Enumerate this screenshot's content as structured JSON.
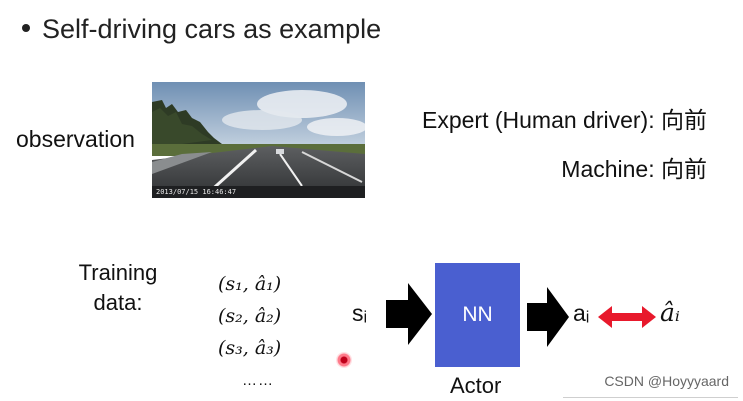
{
  "slide": {
    "bullet": "Self-driving cars as example",
    "observation_label": "observation",
    "photo_timestamp": "2013/07/15  16:46:47",
    "expert_text": "Expert (Human driver): 向前",
    "machine_text": "Machine: 向前",
    "training_label_line1": "Training",
    "training_label_line2": "data:",
    "pairs": [
      "(s₁, â₁)",
      "(s₂, â₂)",
      "(s₃, â₃)"
    ],
    "ellipsis": "……",
    "input_label": "sᵢ",
    "nn_label": "NN",
    "actor_label": "Actor",
    "output_label": "aᵢ",
    "target_label": "âᵢ",
    "watermark": "CSDN @Hoyyyaard"
  },
  "colors": {
    "nn_box": "#4a5fd0",
    "double_arrow": "#e8192c",
    "arrow": "#000000",
    "cursor": "#c0001a"
  }
}
